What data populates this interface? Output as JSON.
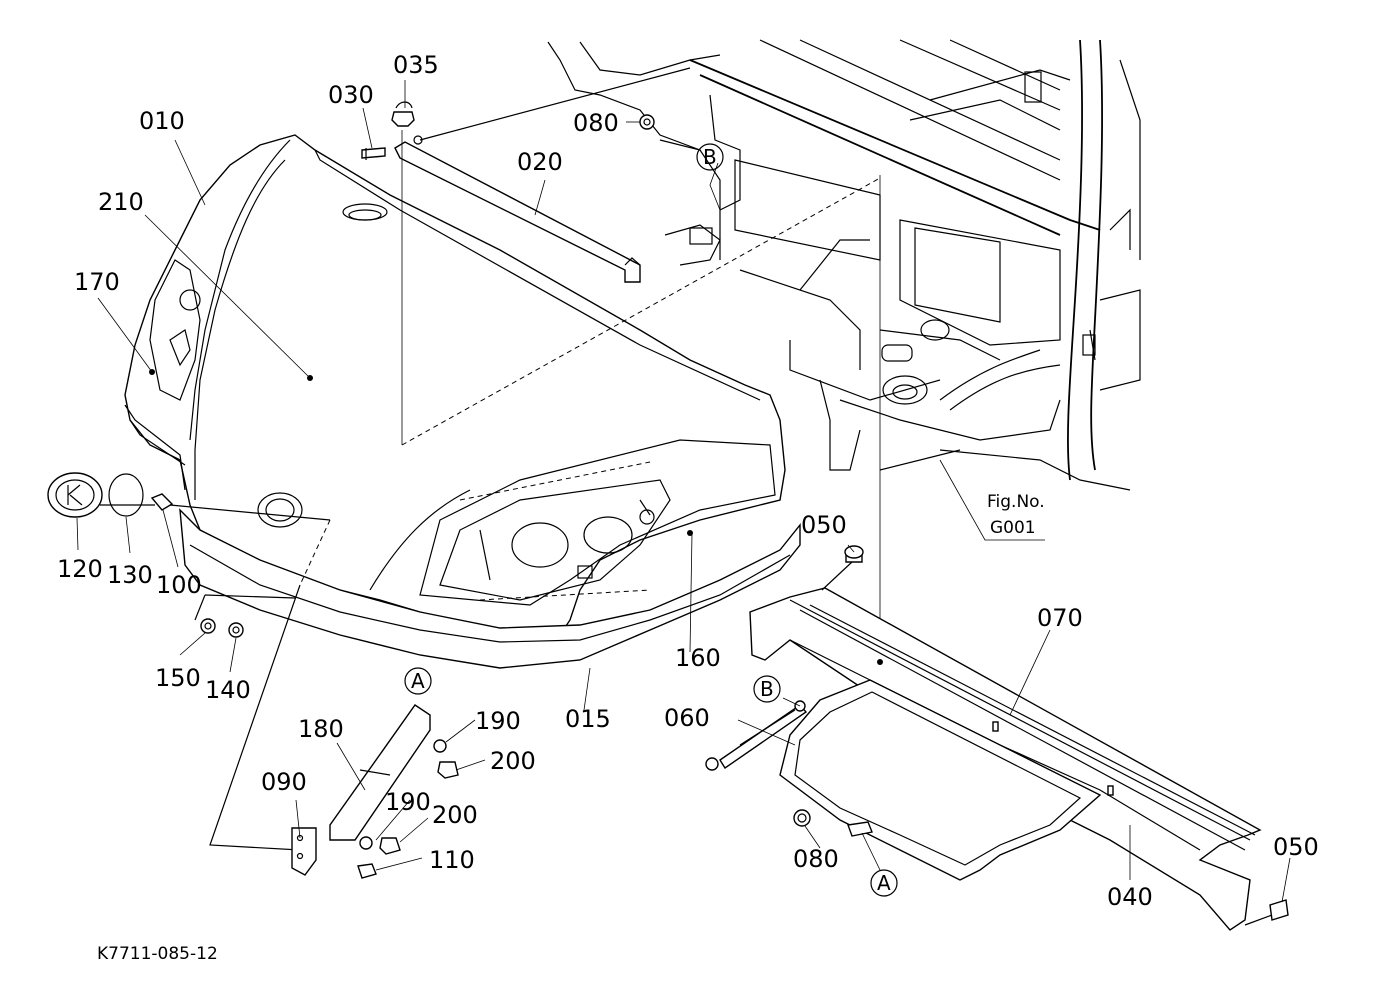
{
  "callouts": {
    "c010": "010",
    "c015": "015",
    "c020": "020",
    "c030": "030",
    "c035": "035",
    "c040": "040",
    "c050a": "050",
    "c050b": "050",
    "c060": "060",
    "c070": "070",
    "c080a": "080",
    "c080b": "080",
    "c090": "090",
    "c100": "100",
    "c110": "110",
    "c120": "120",
    "c130": "130",
    "c140": "140",
    "c150": "150",
    "c160": "160",
    "c170": "170",
    "c180": "180",
    "c190a": "190",
    "c190b": "190",
    "c200a": "200",
    "c200b": "200",
    "c210": "210"
  },
  "refs": {
    "a1": "A",
    "a2": "A",
    "b1": "B",
    "b2": "B"
  },
  "fig_ref": {
    "line1": "Fig.No.",
    "line2": "G001"
  },
  "diagram_code": "K7711-085-12"
}
